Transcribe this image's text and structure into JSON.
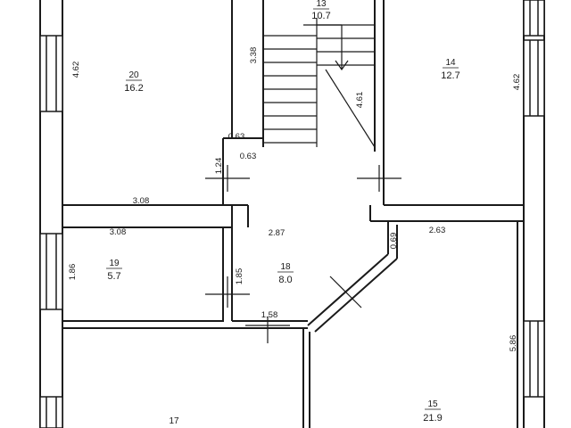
{
  "rooms": {
    "r20": {
      "number": "20",
      "area": "16.2"
    },
    "r13": {
      "number": "13",
      "area": "10.7"
    },
    "r14": {
      "number": "14",
      "area": "12.7"
    },
    "r19": {
      "number": "19",
      "area": "5.7"
    },
    "r18": {
      "number": "18",
      "area": "8.0"
    },
    "r15": {
      "number": "15",
      "area": "21.9"
    },
    "r17": {
      "number": "17",
      "area": ""
    }
  },
  "dimensions": {
    "d_462_left": "4.62",
    "d_338": "3.38",
    "d_063_a": "0.63",
    "d_063_b": "0.63",
    "d_124": "1.24",
    "d_308_a": "3.08",
    "d_308_b": "3.08",
    "d_287": "2.87",
    "d_186": "1.86",
    "d_185": "1.85",
    "d_158": "1.58",
    "d_461": "4.61",
    "d_462_right": "4.62",
    "d_069": "0.69",
    "d_263": "2.63",
    "d_586": "5.86"
  },
  "colors": {
    "wall": "#1a1a1a",
    "fill": "#ffffff",
    "text": "#1a1a1a"
  }
}
